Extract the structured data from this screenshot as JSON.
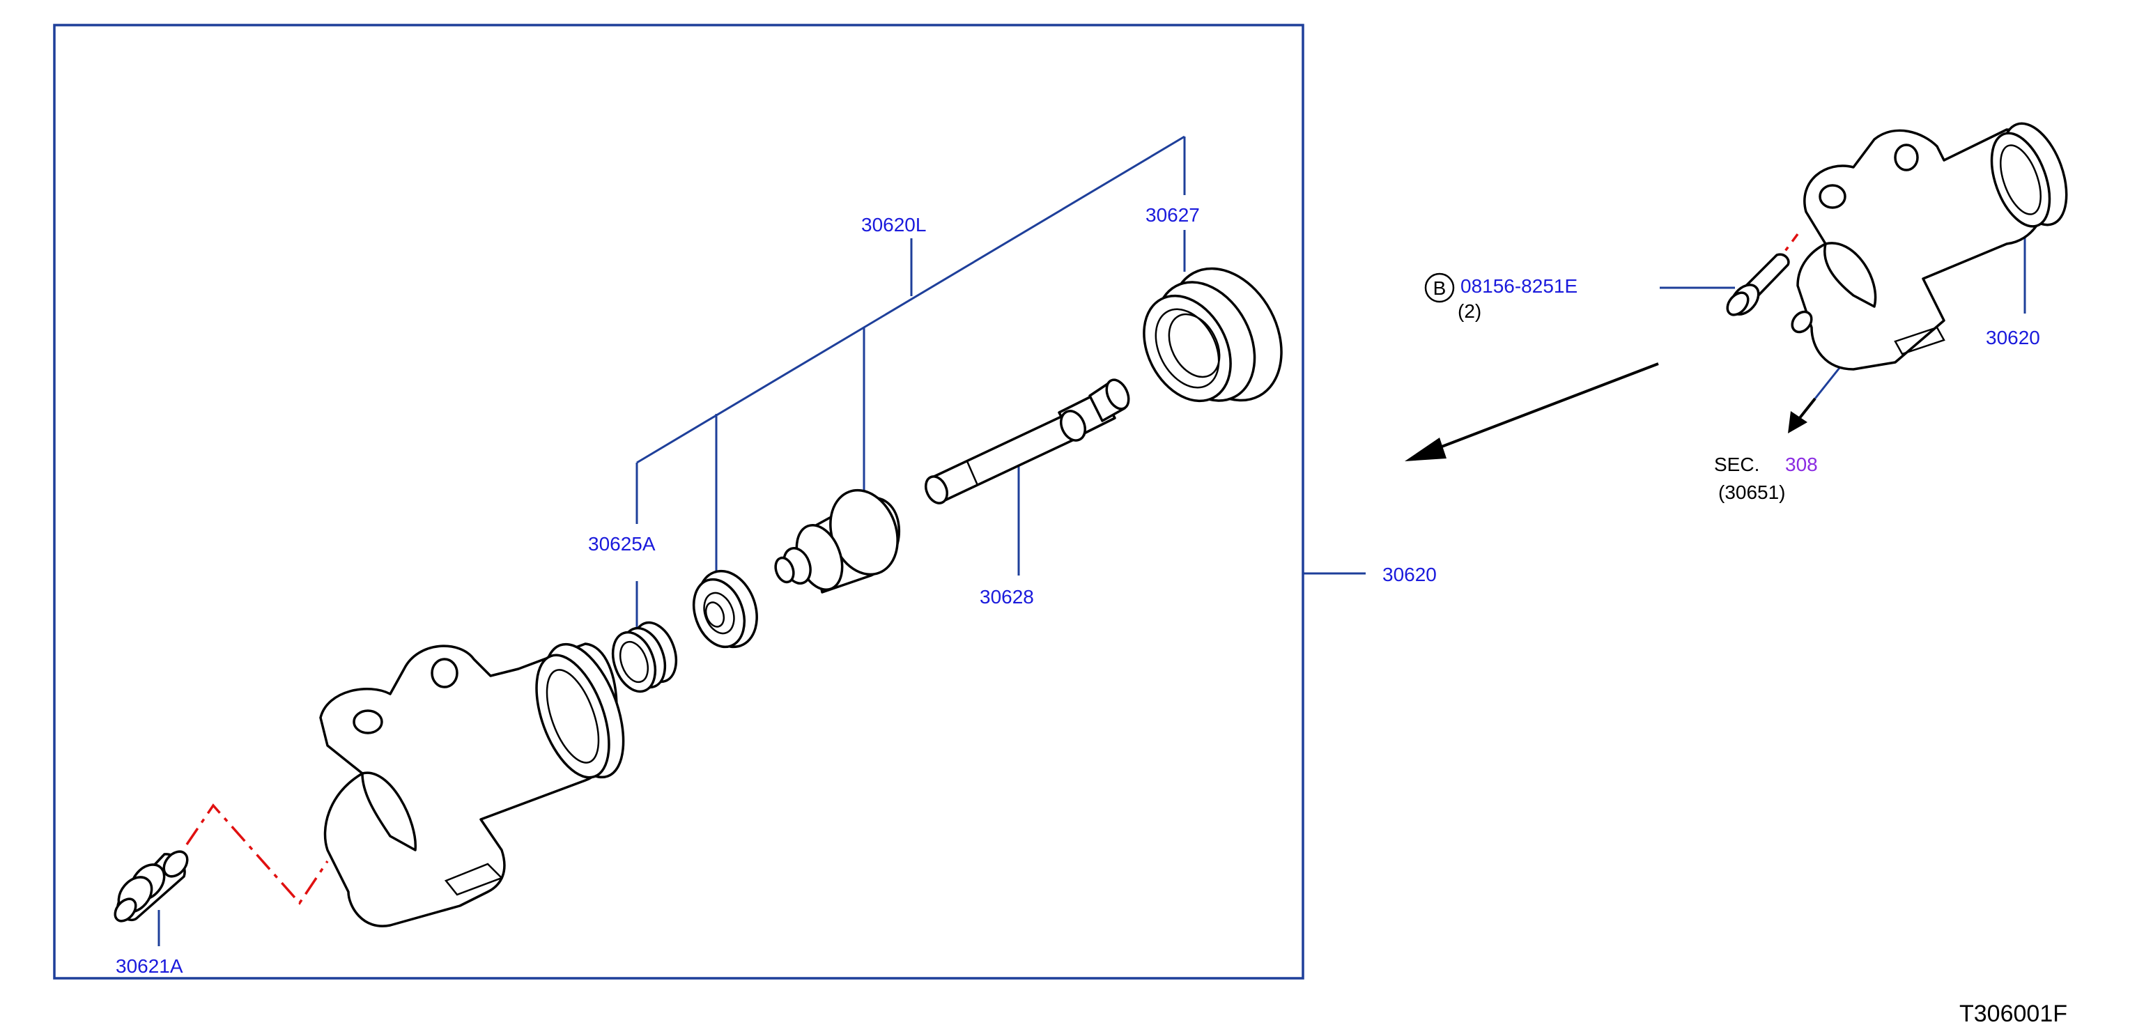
{
  "labels": {
    "part_30620l": "30620L",
    "part_30627": "30627",
    "part_30625a": "30625A",
    "part_30628": "30628",
    "part_30620_box": "30620",
    "part_30621a": "30621A",
    "part_30620_assembly": "30620",
    "bolt_callout": "B",
    "bolt_number": "08156-8251E",
    "bolt_qty": "(2)",
    "sec_prefix": "SEC.",
    "sec_number": "308",
    "sec_ref": "(30651)",
    "diagram_id": "T306001F"
  },
  "colors": {
    "part_number_text": "#1a1adc",
    "leader_line": "#1e3f9a",
    "section_ref_text": "#8a2be2",
    "hidden_path": "#e01010"
  }
}
